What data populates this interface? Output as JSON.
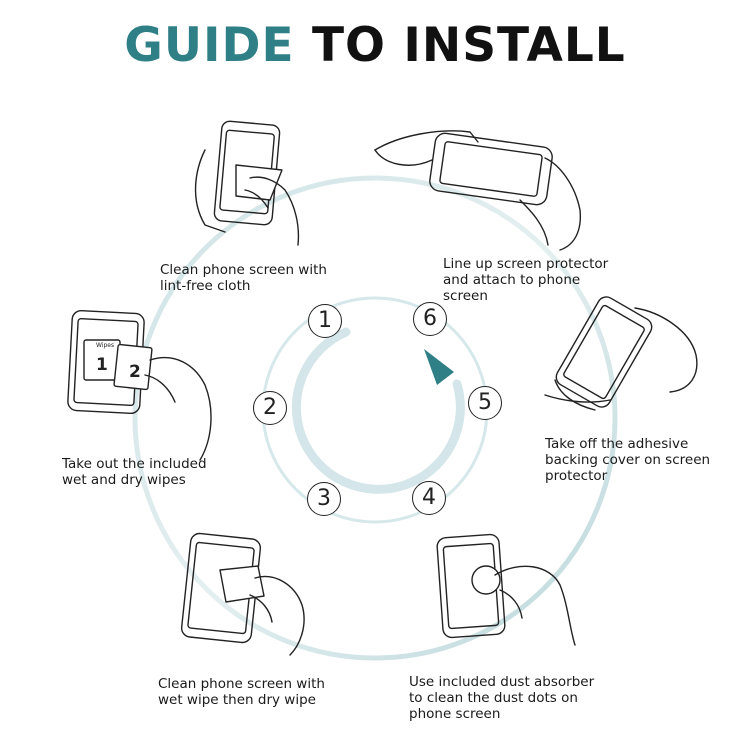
{
  "title": {
    "part1": "GUIDE",
    "part2": "TO INSTALL"
  },
  "colors": {
    "accent": "#2f7f86",
    "ring": "#c9dfe2",
    "inner_ring": "#d6e8ea"
  },
  "steps": [
    {
      "number": "1",
      "lines": [
        "Clean phone screen with",
        "lint-free cloth"
      ]
    },
    {
      "number": "2",
      "lines": [
        "Take out the included",
        "wet and dry wipes"
      ]
    },
    {
      "number": "3",
      "lines": [
        "Clean phone screen with",
        "wet wipe then dry wipe"
      ]
    },
    {
      "number": "4",
      "lines": [
        "Use included dust absorber",
        "to clean the dust dots on",
        "phone screen"
      ]
    },
    {
      "number": "5",
      "lines": [
        "Take off the adhesive",
        "backing cover on screen",
        "protector"
      ]
    },
    {
      "number": "6",
      "lines": [
        "Line up screen protector",
        "and attach to phone",
        "screen"
      ]
    }
  ],
  "wipes": {
    "label": "Wipes",
    "wet": "1",
    "dry": "2"
  }
}
